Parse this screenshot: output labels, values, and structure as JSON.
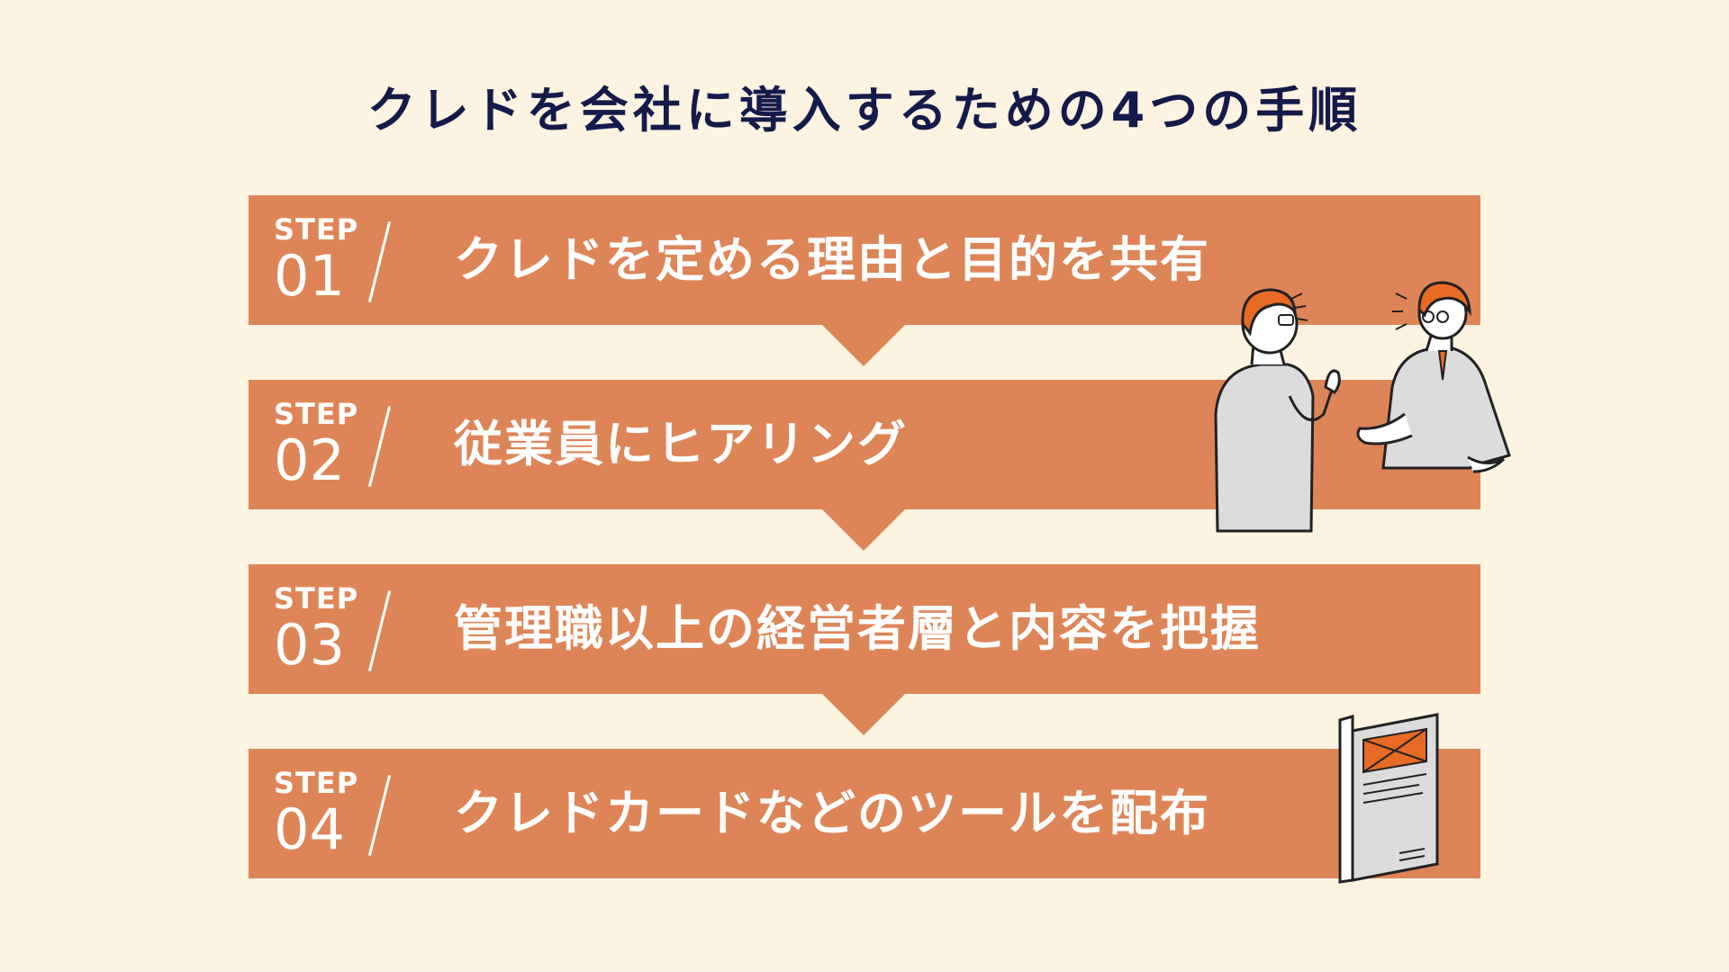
{
  "title": "クレドを会社に導入するための4つの手順",
  "steps": [
    {
      "label": "STEP",
      "number": "01",
      "text": "クレドを定める理由と目的を共有"
    },
    {
      "label": "STEP",
      "number": "02",
      "text": "従業員にヒアリング"
    },
    {
      "label": "STEP",
      "number": "03",
      "text": "管理職以上の経営者層と内容を把握"
    },
    {
      "label": "STEP",
      "number": "04",
      "text": "クレドカードなどのツールを配布"
    }
  ],
  "colors": {
    "background": "#fdf3e1",
    "step_bar": "#de8558",
    "title": "#141a4a"
  },
  "illustrations": [
    "people-talking-illustration",
    "credo-card-illustration"
  ]
}
